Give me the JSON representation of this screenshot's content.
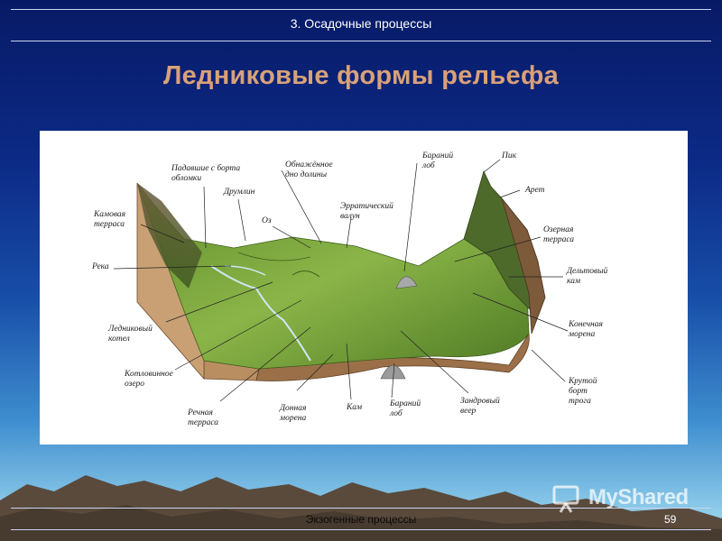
{
  "slide": {
    "section": "3. Осадочные процессы",
    "title": "Ледниковые формы рельефа",
    "footer": "Экзогенные процессы",
    "page_number": "59",
    "watermark": "MyShared"
  },
  "diagram": {
    "labels": [
      "Падавшие с борта\nобломки",
      "Обнажённое\nдно долины",
      "Бараний\nлоб",
      "Пик",
      "Арет",
      "Друмлин",
      "Камовая\nтерраса",
      "Оз",
      "Эрратический\nвалун",
      "Озерная\nтерраса",
      "Река",
      "Дельтовый\nкам",
      "Ледниковый\nкотел",
      "Конечная\nморена",
      "Котловинное\nозеро",
      "Крутой\nборт\nтрога",
      "Речная\nтерраса",
      "Донная\nморена",
      "Кам",
      "Бараний\nлоб",
      "Зандровый\nвеер"
    ]
  },
  "colors": {
    "title": "#d9a178",
    "sky_top": "#071a66",
    "sky_bottom": "#a8e0f2",
    "terrain": "#7aa63c",
    "soil": "#a67b4f"
  }
}
